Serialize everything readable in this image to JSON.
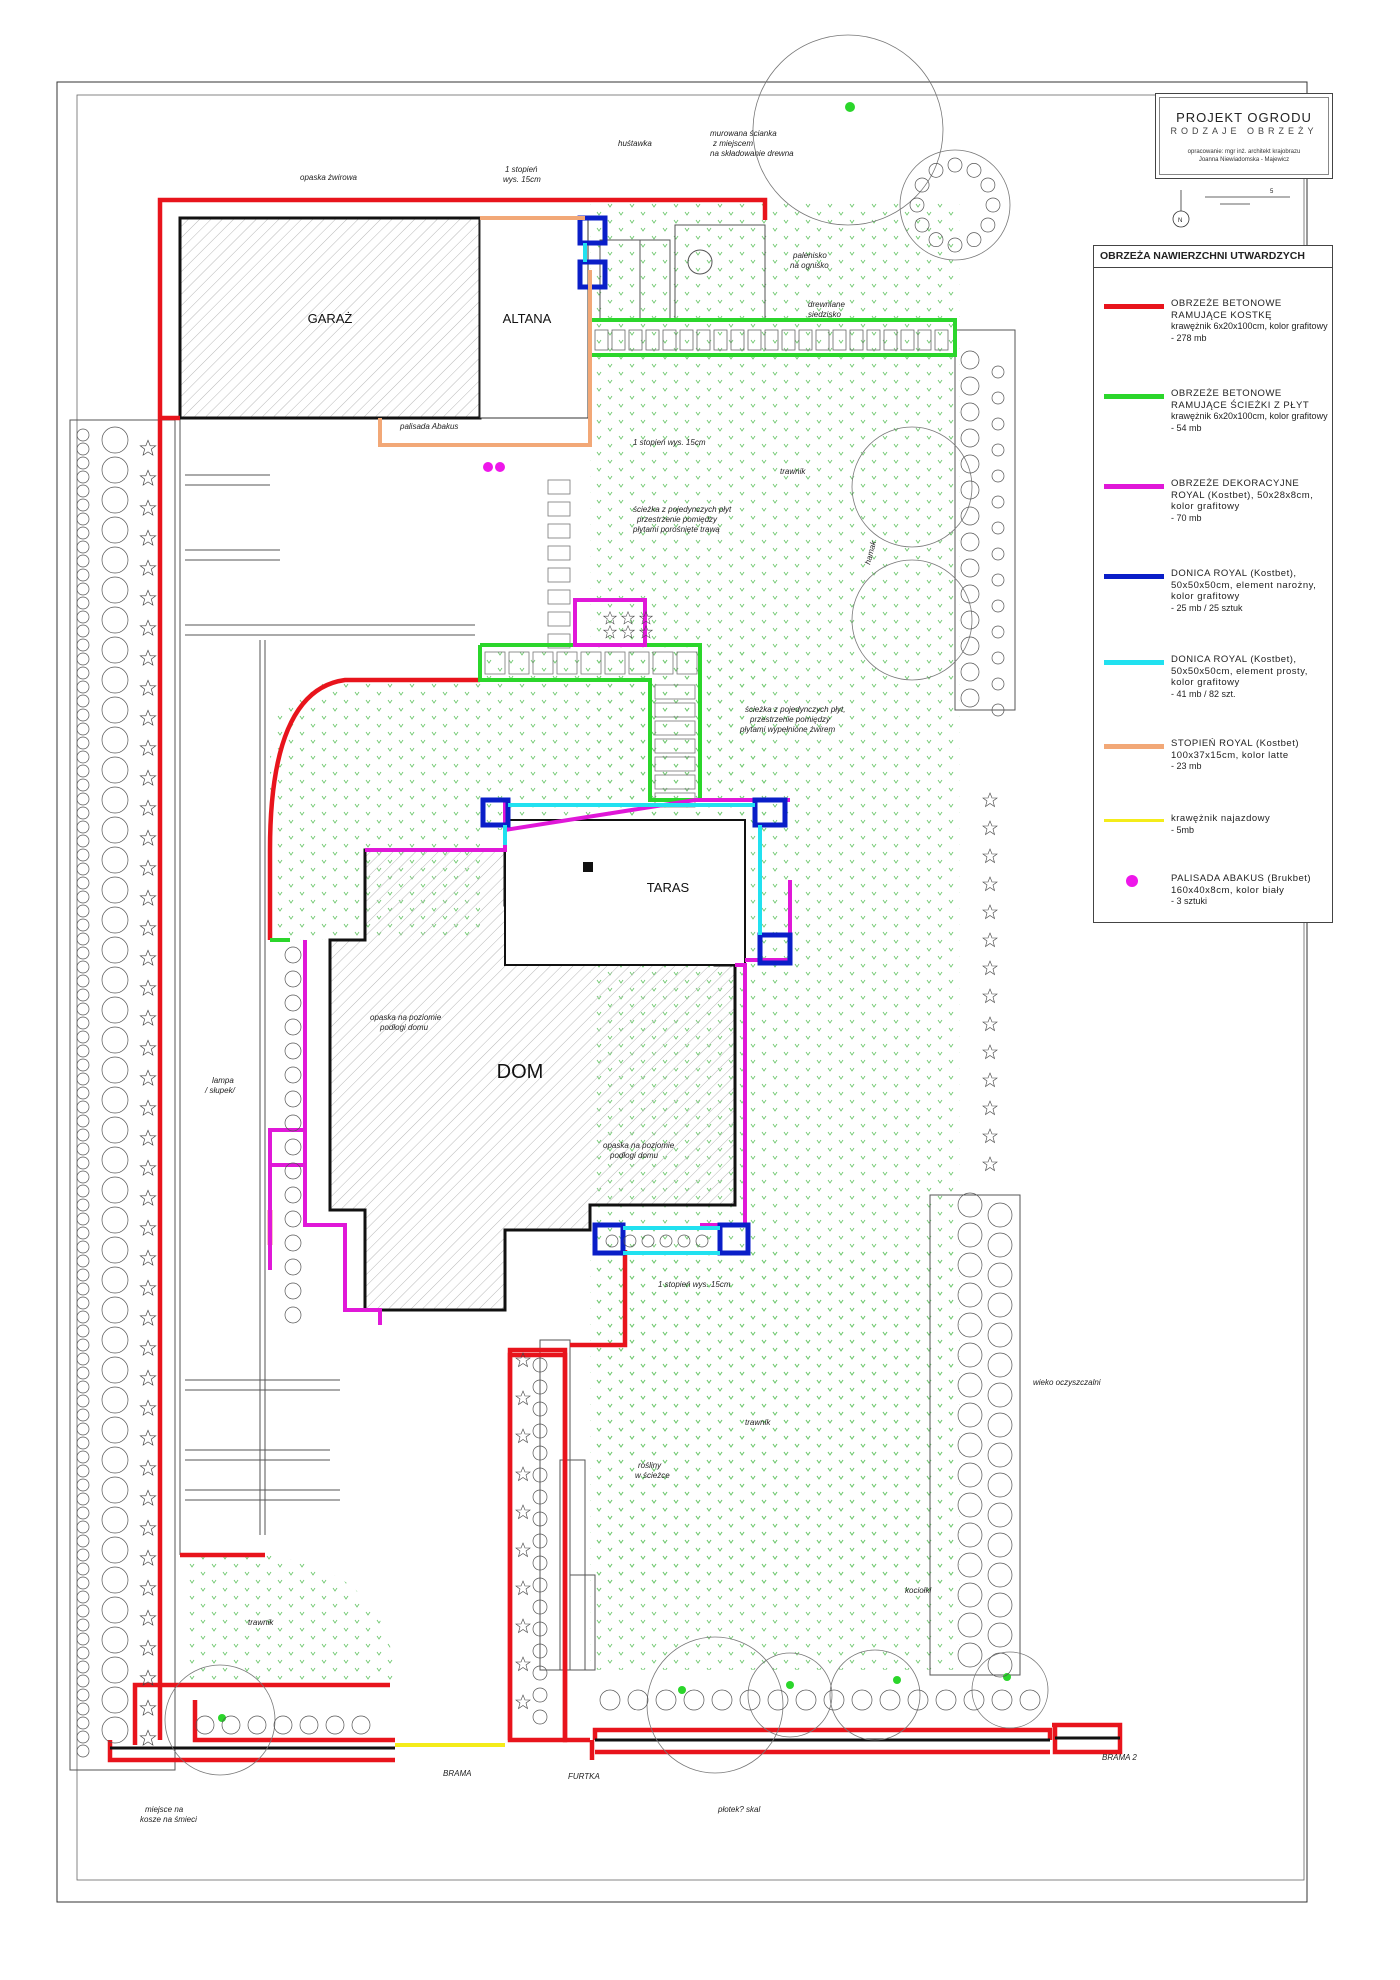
{
  "title_block": {
    "title": "PROJEKT  OGRODU",
    "subtitle": "RODZAJE  OBRZEŻY",
    "author_line1": "opracowanie: mgr inż. architekt krajobrazu",
    "author_line2": "Joanna Niewiadomska - Majewicz"
  },
  "scale_label": "5",
  "north_label": "N",
  "legend": {
    "title": "OBRZEŻA NAWIERZCHNI UTWARDZYCH",
    "items": [
      {
        "color": "#e8141c",
        "heading": "OBRZEŻE  BETONOWE RAMUJĄCE  KOSTKĘ",
        "desc": "krawężnik 6x20x100cm, kolor grafitowy",
        "amount": "- 278 mb"
      },
      {
        "color": "#2bd62b",
        "heading": "OBRZEŻE  BETONOWE RAMUJĄCE  ŚCIEŻKI Z PŁYT",
        "desc": "krawężnik 6x20x100cm, kolor grafitowy",
        "amount": "- 54 mb"
      },
      {
        "color": "#e018d8",
        "heading": "OBRZEŻE  DEKORACYJNE ROYAL (Kostbet), 50x28x8cm, kolor grafitowy",
        "desc": "",
        "amount": "- 70 mb"
      },
      {
        "color": "#0a1ec8",
        "heading": "DONICA  ROYAL  (Kostbet), 50x50x50cm, element narożny, kolor grafitowy",
        "desc": "",
        "amount": "- 25 mb / 25 sztuk"
      },
      {
        "color": "#21e1f0",
        "heading": "DONICA  ROYAL  (Kostbet), 50x50x50cm, element prosty, kolor grafitowy",
        "desc": "",
        "amount": "- 41 mb / 82 szt."
      },
      {
        "color": "#f2a877",
        "heading": "STOPIEŃ ROYAL (Kostbet) 100x37x15cm, kolor latte",
        "desc": "",
        "amount": "- 23 mb"
      },
      {
        "color": "#f4ec1a",
        "heading": "krawężnik najazdowy",
        "desc": "",
        "amount": "-        5mb"
      },
      {
        "color": "#ee17ea",
        "heading": "PALISADA ABAKUS  (Brukbet) 160x40x8cm, kolor biały",
        "desc": "",
        "amount": "-     3 sztuki"
      }
    ]
  },
  "plan": {
    "garage": "GARAŻ",
    "altana": "ALTANA",
    "taras": "TARAS",
    "dom": "DOM",
    "labels": {
      "opaska_zwirowa": "opaska  żwirowa",
      "stopien_top": "1 stopień",
      "stopien_top2": "wys. 15cm",
      "hustawka": "huśtawka",
      "murowana1": "murowana ścianka",
      "murowana2": "z miejscem",
      "murowana3": "na składowanie drewna",
      "palenisko1": "palenisko",
      "palenisko2": "na ognisko",
      "drewniane1": "drewniane",
      "drewniane2": "siedzisko",
      "palisada": "palisada Abakus",
      "stopien_mid": "1 stopień wys. 15cm",
      "trawnik1": "trawnik",
      "sciezka1a": "ścieżka z pojedynczych płyt",
      "sciezka1b": "przestrzenie pomiędzy",
      "sciezka1c": "płytami porośnięte trawą",
      "sciezka2a": "ścieżka z pojedynczych płyt,",
      "sciezka2b": "przestrzenie pomiędzy",
      "sciezka2c": "płytami wypełnione żwirem",
      "hamak": "hamak",
      "opaska1a": "opaska na poziomie",
      "opaska1b": "podłogi domu",
      "opaska2a": "opaska na poziomie",
      "opaska2b": "podłogi domu",
      "lampa1": "lampa",
      "lampa2": "/ słupek/",
      "stopien_bottom": "1 stopień wys. 15cm",
      "wieko": "wieko  oczyszczalni",
      "trawnik2": "trawnik",
      "trawnik3": "trawnik",
      "kociolki": "kociołki",
      "rosliny1": "rośliny",
      "rosliny2": "w ścieżce",
      "brama": "BRAMA",
      "furtka": "FURTKA",
      "brama2": "BRAMA  2",
      "miejsce1": "miejsce na",
      "miejsce2": "kosze na śmieci",
      "plot": "płotek? skal"
    }
  }
}
